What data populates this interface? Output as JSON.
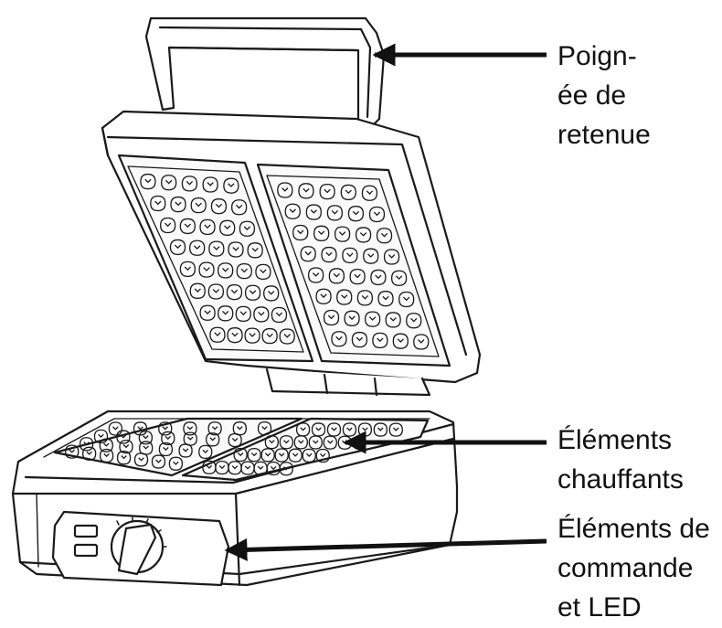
{
  "labels": {
    "handle": [
      "Poign-",
      "ée de",
      "retenue"
    ],
    "heating_plates": [
      "Éléments",
      "chauffants"
    ],
    "controls": [
      "Éléments de",
      "commande",
      "et LED"
    ]
  }
}
